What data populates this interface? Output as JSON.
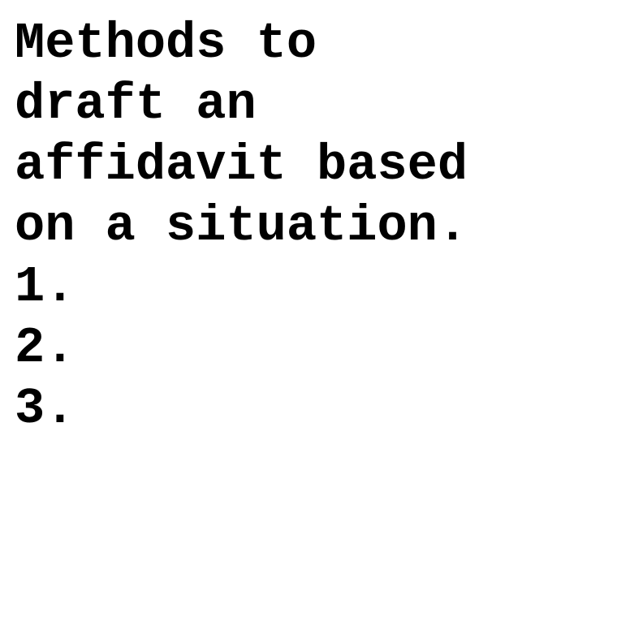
{
  "title_lines": [
    "Methods to",
    "draft an",
    "affidavit based",
    "on a situation."
  ],
  "list_items": [
    "1.",
    "2.",
    "3."
  ]
}
